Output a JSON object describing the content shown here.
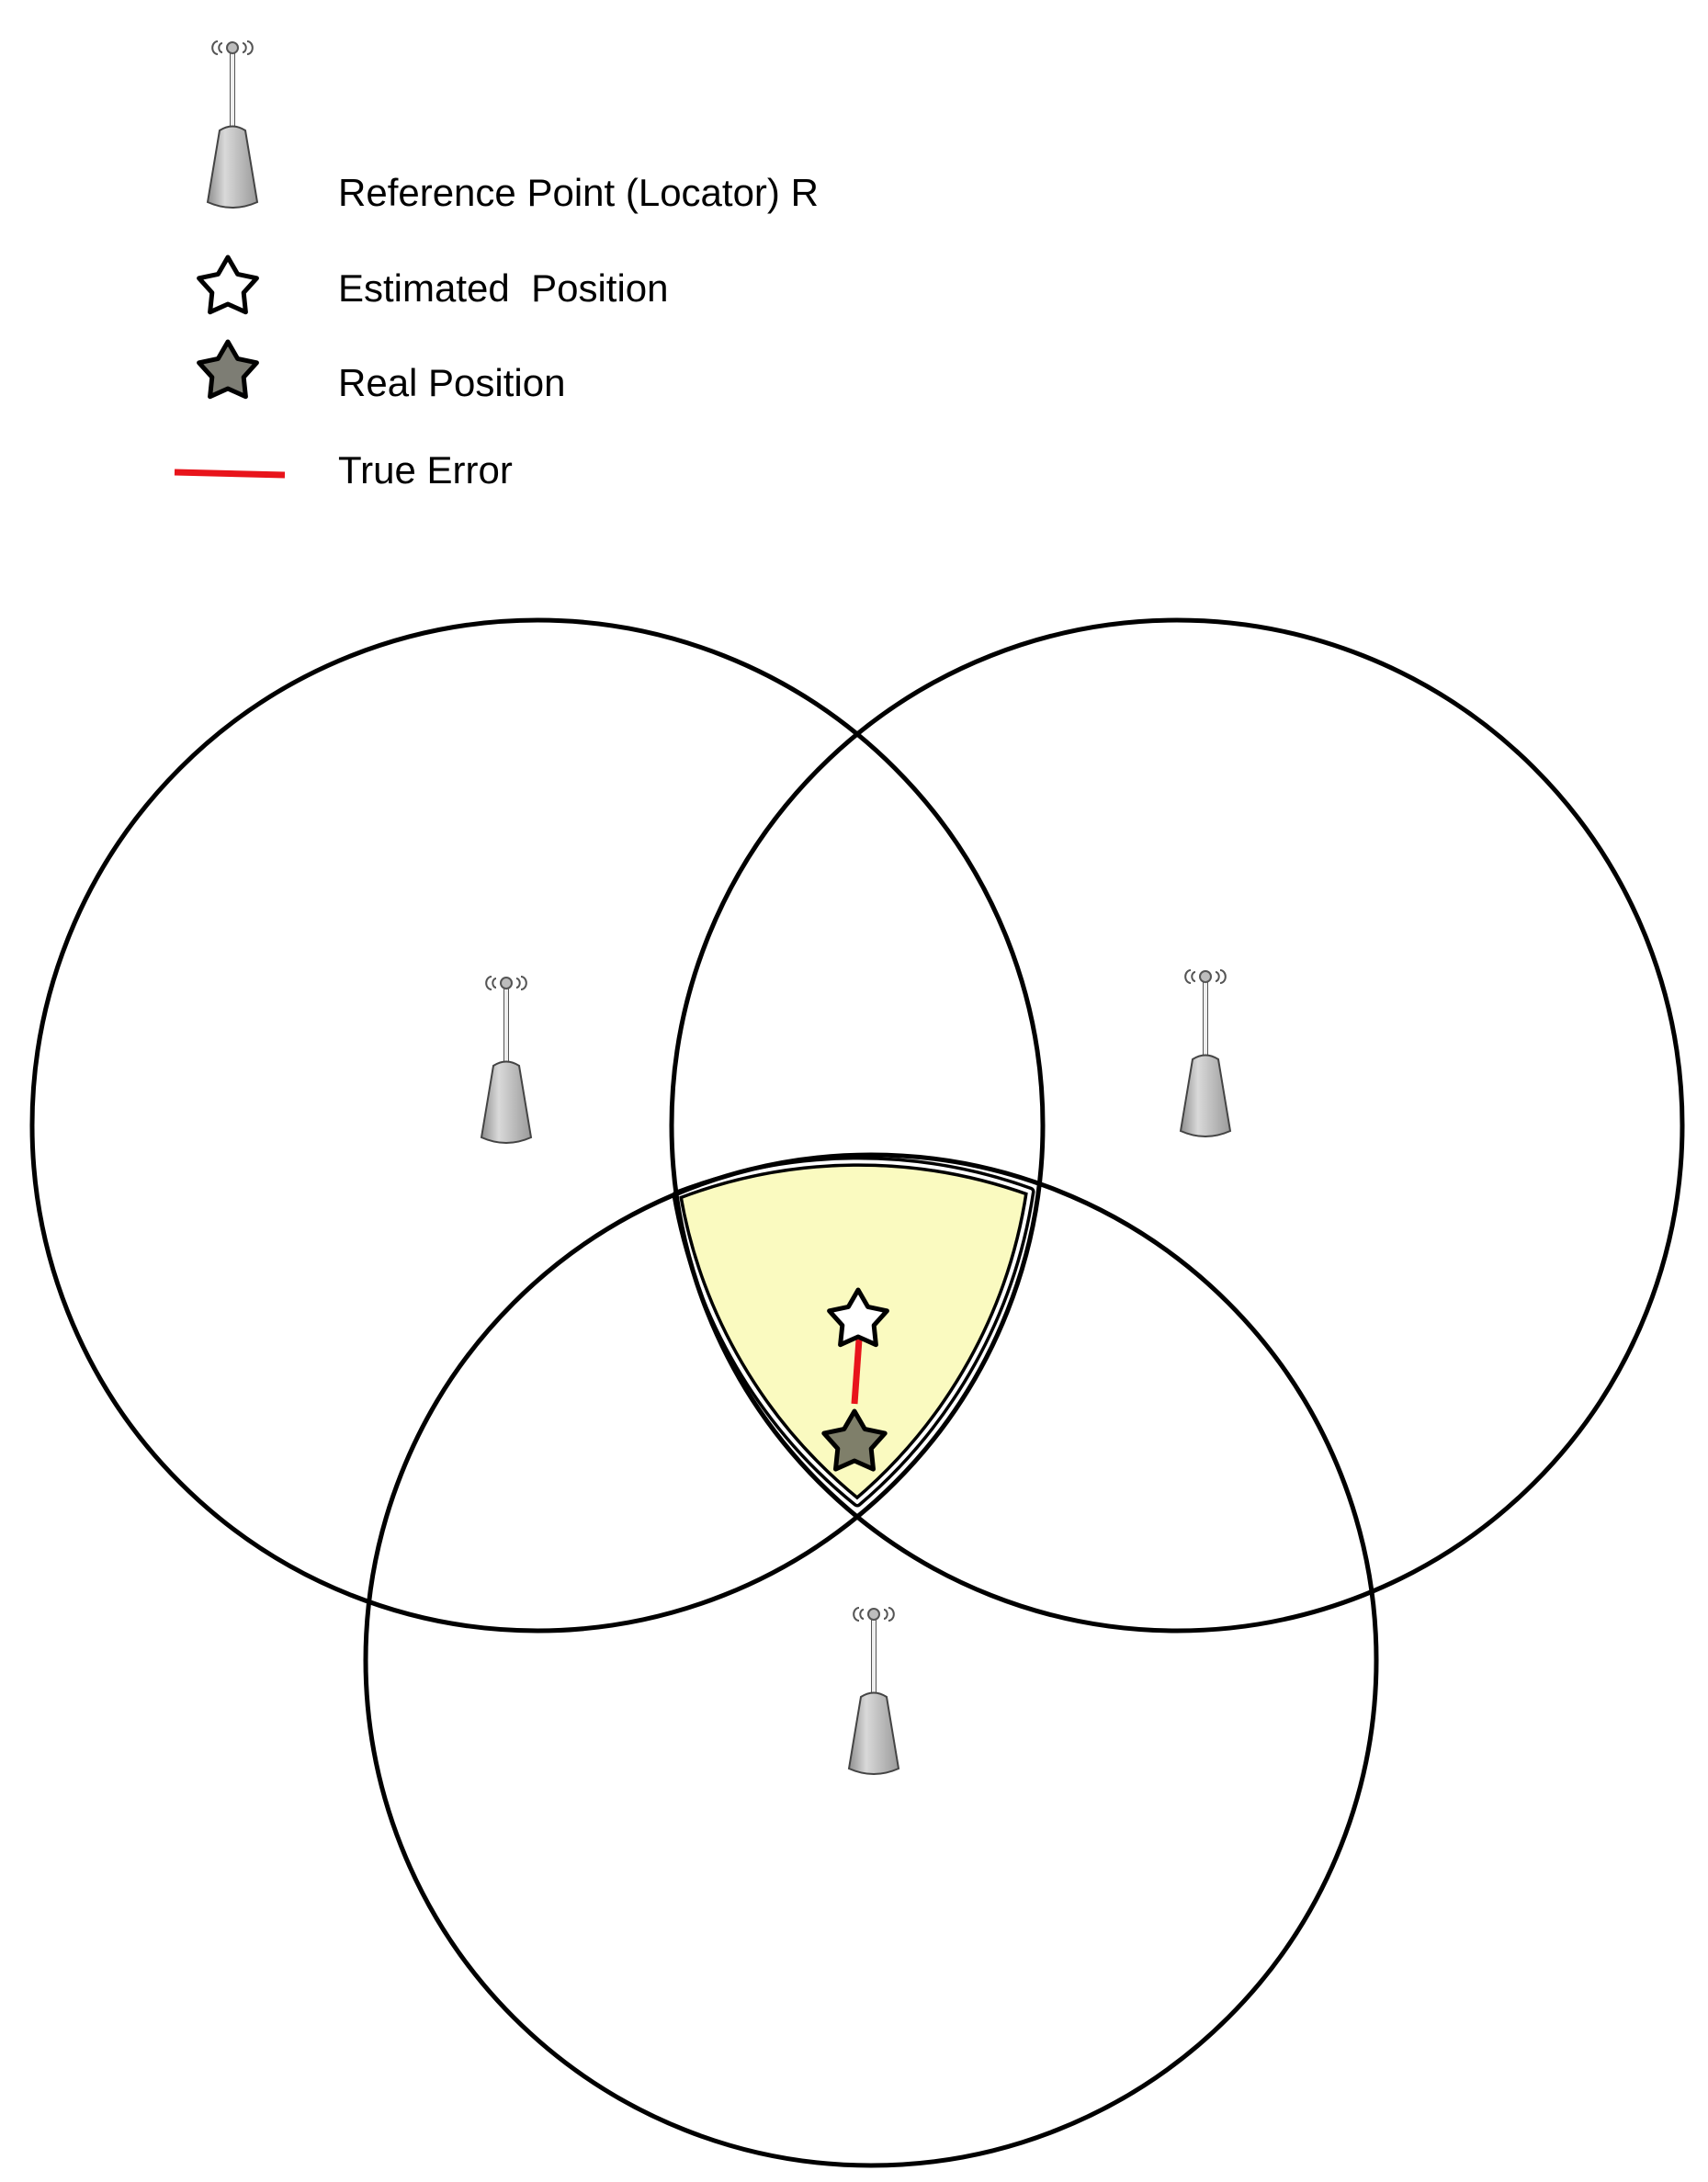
{
  "legend": {
    "reference_point_label": "Reference Point (Locator) R",
    "estimated_position_label": "Estimated  Position",
    "real_position_label": "Real Position",
    "true_error_label": "True Error"
  },
  "colors": {
    "background": "#ffffff",
    "circle_stroke": "#000000",
    "intersection_fill": "#fafac0",
    "true_error_line": "#e8141b",
    "real_star_fill": "#7f7f6a",
    "estimated_star_fill": "#ffffff",
    "antenna_body": "#b8b8b8"
  },
  "icons": {
    "reference_point": "antenna-tower-icon",
    "estimated_position": "hollow-star-icon",
    "real_position": "filled-star-icon",
    "true_error": "red-line-icon"
  }
}
